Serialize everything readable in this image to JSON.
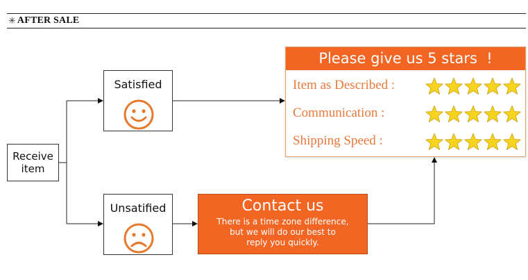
{
  "header": {
    "icon": "asterisk-icon",
    "title": "AFTER SALE"
  },
  "flow": {
    "receive": "Receive\nitem",
    "satisfied": {
      "label": "Satisfied",
      "icon": "smiley-face-icon"
    },
    "unsatisfied": {
      "label": "Unsatified",
      "icon": "sad-face-icon"
    }
  },
  "rating": {
    "title": "Please give us 5 stars  !",
    "stars_per_row": 5,
    "rows": [
      {
        "label": "Item as Described :",
        "stars": 5
      },
      {
        "label": "Communication :",
        "stars": 5
      },
      {
        "label": "Shipping Speed :",
        "stars": 5
      }
    ]
  },
  "contact": {
    "title": "Contact us",
    "body": "There is a time zone difference,\nbut we will do our best to\nreply you quickly."
  },
  "colors": {
    "accent": "#f26522",
    "label_text": "#e8783c",
    "star_fill": "#f6d31d",
    "face": "#e8782c"
  }
}
